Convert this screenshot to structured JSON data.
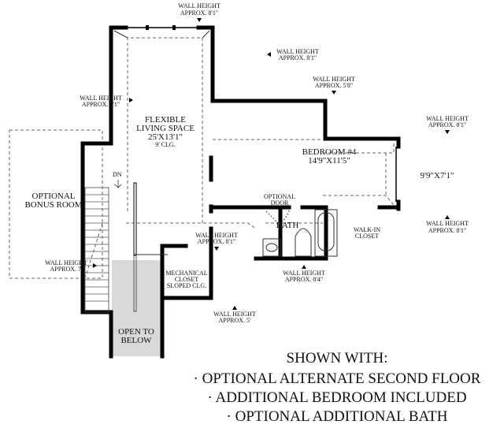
{
  "wall_heights": {
    "top_flex": {
      "l1": "WALL HEIGHT",
      "l2": "APPROX. 8'1\""
    },
    "right_flex": {
      "l1": "WALL HEIGHT",
      "l2": "APPROX. 8'1\""
    },
    "left_flex": {
      "l1": "WALL HEIGHT",
      "l2": "APPROX. 8'1\""
    },
    "bedroom_top": {
      "l1": "WALL HEIGHT",
      "l2": "APPROX. 5'8\""
    },
    "bedroom_ext_top": {
      "l1": "WALL HEIGHT",
      "l2": "APPROX. 8'1\""
    },
    "bedroom_ext_bottom": {
      "l1": "WALL HEIGHT",
      "l2": "APPROX. 8'1\""
    },
    "flex_bottom": {
      "l1": "WALL HEIGHT",
      "l2": "APPROX. 8'1\""
    },
    "bath_bottom": {
      "l1": "WALL HEIGHT",
      "l2": "APPROX. 8'4\""
    },
    "mech_bottom": {
      "l1": "WALL HEIGHT",
      "l2": "APPROX. 5'"
    },
    "bonus": {
      "l1": "WALL HEIGHT",
      "l2": "APPROX. 7'"
    }
  },
  "rooms": {
    "flex": {
      "l1": "FLEXIBLE",
      "l2": "LIVING SPACE",
      "dim": "25'X13'1\"",
      "clg": "9' CLG."
    },
    "bedroom": {
      "name": "BEDROOM #4",
      "dim": "14'9\"X11'5\""
    },
    "bedroom_ext": {
      "dim": "9'9\"X7'1\""
    },
    "bonus": {
      "l1": "OPTIONAL",
      "l2": "BONUS ROOM"
    },
    "optional_door": {
      "l1": "OPTIONAL",
      "l2": "DOOR"
    },
    "bath": {
      "name": "BATH"
    },
    "closet": {
      "l1": "WALK-IN",
      "l2": "CLOSET"
    },
    "mech": {
      "l1": "MECHANICAL",
      "l2": "CLOSET",
      "l3": "SLOPED CLG."
    },
    "open": {
      "l1": "OPEN TO",
      "l2": "BELOW"
    },
    "stairs": {
      "dn": "DN"
    }
  },
  "notes": {
    "title": "SHOWN WITH:",
    "items": [
      "· OPTIONAL ALTERNATE SECOND FLOOR",
      "· ADDITIONAL BEDROOM INCLUDED",
      "· OPTIONAL ADDITIONAL BATH"
    ]
  }
}
